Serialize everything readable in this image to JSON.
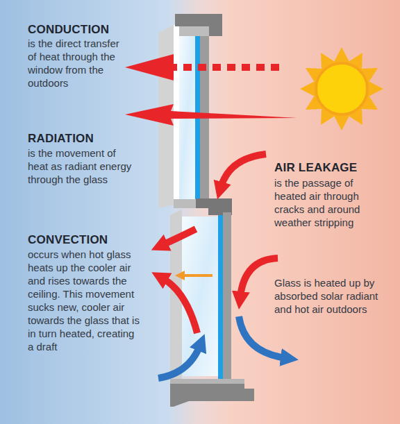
{
  "diagram": {
    "labels": [
      "CONDUCTION",
      "is the direct transfer of heat through the window from the outdoors",
      "RADIATION",
      "is the movement of heat as radiant energy through the glass",
      "CONVECTION",
      "occurs when hot glass heats up the cooler air and rises towards the ceiling. This movement sucks new, cooler air towards the glass that is in turn heated, creating a draft",
      "AIR LEAKAGE",
      "is the passage of heated air through cracks and around weather stripping",
      "Glass is heated up by absorbed solar radiant and hot air outdoors"
    ]
  }
}
